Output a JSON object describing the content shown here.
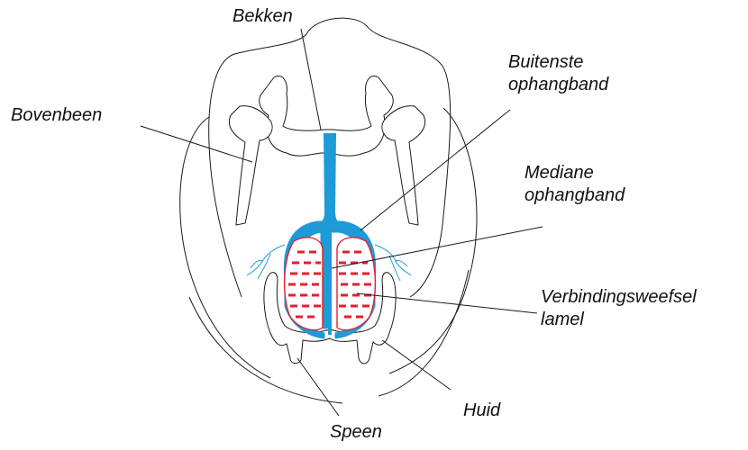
{
  "colors": {
    "ligament": "#1e9ad6",
    "tissue": "#e31e2f",
    "outline": "#1a1a1a",
    "background": "#ffffff"
  },
  "labels": {
    "pelvis": "Bekken",
    "thigh_bone": "Bovenbeen",
    "outer_ligament_line1": "Buitenste",
    "outer_ligament_line2": "ophangband",
    "median_ligament_line1": "Mediane",
    "median_ligament_line2": "ophangband",
    "lamella_line1": "Verbindingsweefsel",
    "lamella_line2": "lamel",
    "skin": "Huid",
    "teat": "Speen"
  }
}
